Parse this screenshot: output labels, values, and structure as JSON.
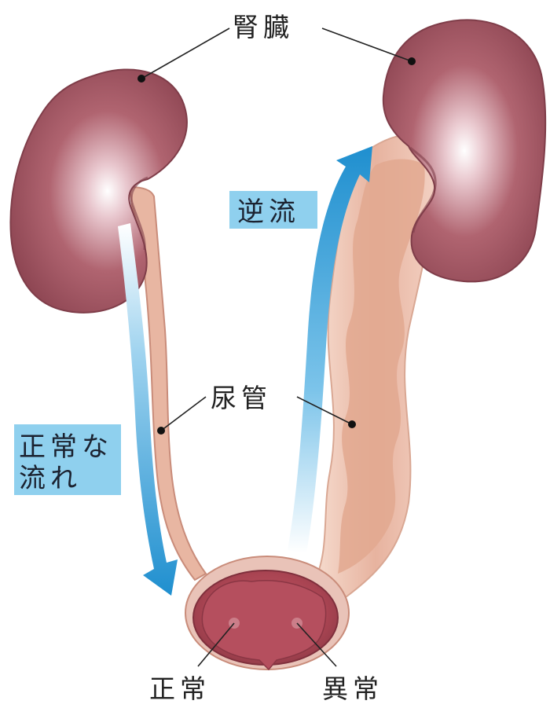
{
  "labels": {
    "kidney": "腎臓",
    "ureter": "尿管",
    "normal": "正常",
    "abnormal": "異常"
  },
  "boxes": {
    "reflux": "逆流",
    "normal_flow_line1": "正常な",
    "normal_flow_line2": "流れ"
  },
  "colors": {
    "kidney": "#a85a66",
    "ureter": "#e6b49f",
    "arrow": "#2a9ad6",
    "label_box": "#8fd0ee",
    "bladder": "#b04a58"
  }
}
